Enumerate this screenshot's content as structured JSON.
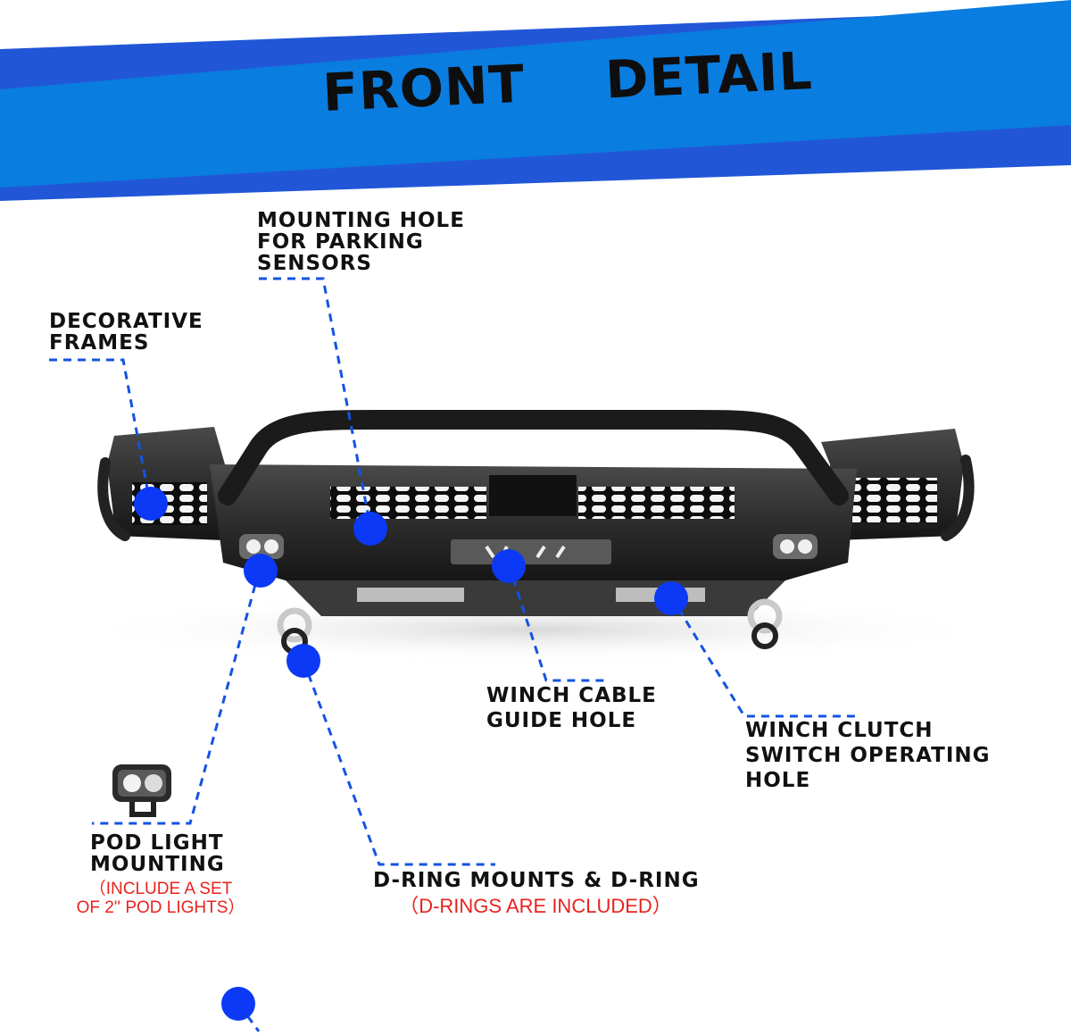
{
  "banner": {
    "title_word1": "FRONT",
    "title_word2": "DETAIL",
    "color_primary": "#0a7de0",
    "color_shadow": "#1c4fcf"
  },
  "marker_color": "#0b39f5",
  "callouts": {
    "mounting_hole": {
      "lines": [
        "MOUNTING HOLE",
        "FOR PARKING",
        "SENSORS"
      ]
    },
    "decorative_frames": {
      "lines": [
        "DECORATIVE",
        "FRAMES"
      ]
    },
    "winch_cable": {
      "lines": [
        "WINCH CABLE",
        "GUIDE HOLE"
      ]
    },
    "winch_clutch": {
      "lines": [
        "WINCH CLUTCH",
        "SWITCH OPERATING",
        "HOLE"
      ]
    },
    "pod_light": {
      "lines": [
        "POD LIGHT",
        "MOUNTING"
      ],
      "note_lines": [
        "（INCLUDE A SET",
        "OF 2'' POD LIGHTS）"
      ]
    },
    "d_ring": {
      "lines": [
        "D-RING MOUNTS & D-RING"
      ],
      "note_lines": [
        "（D-RINGS ARE INCLUDED）"
      ]
    }
  },
  "images": {
    "product": "bumper-photo",
    "pod_light_thumbnail": "pod-light-icon"
  }
}
